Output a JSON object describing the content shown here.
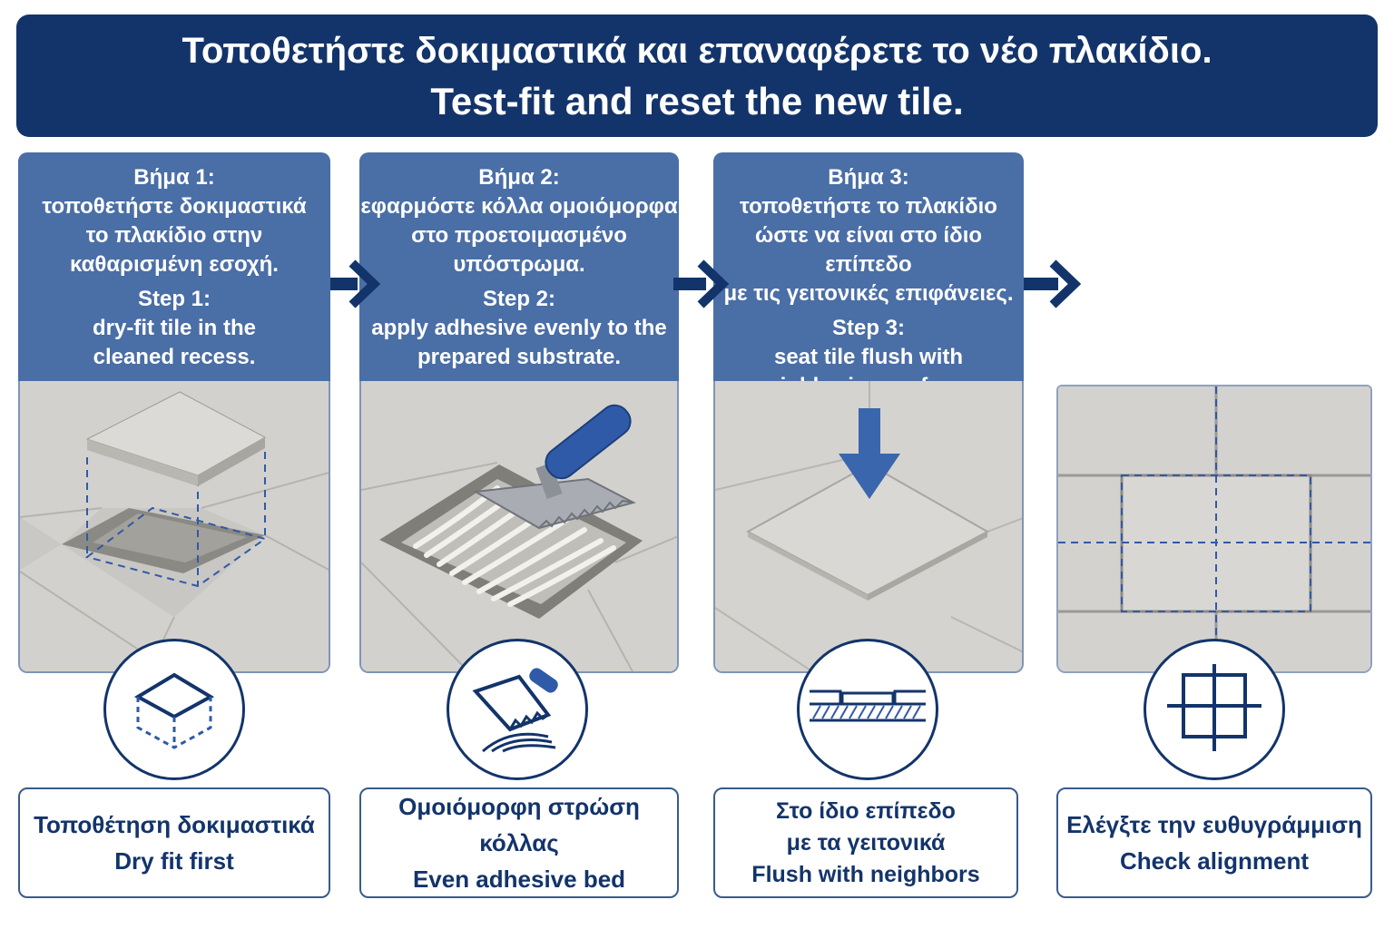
{
  "title": {
    "greek": "Τοποθετήστε δοκιμαστικά και επαναφέρετε το νέο πλακίδιο.",
    "english": "Test-fit and reset the new tile."
  },
  "steps": [
    {
      "greek_heading": "Βήμα 1:",
      "greek_lines": [
        "τοποθετήστε δοκιμαστικά",
        "το πλακίδιο στην",
        "καθαρισμένη εσοχή."
      ],
      "english_heading": "Step 1:",
      "english_lines": [
        "dry-fit tile in the",
        "cleaned recess."
      ],
      "icon": "dry-fit-tile-icon",
      "label_lines": [
        "Τοποθέτηση δοκιμαστικά",
        "Dry fit first"
      ]
    },
    {
      "greek_heading": "Βήμα 2:",
      "greek_lines": [
        "εφαρμόστε κόλλα ομοιόμορφα",
        "στο προετοιμασμένο",
        "υπόστρωμα."
      ],
      "english_heading": "Step 2:",
      "english_lines": [
        "apply adhesive evenly to the",
        "prepared substrate."
      ],
      "icon": "trowel-icon",
      "label_lines": [
        "Ομοιόμορφη στρώση κόλλας",
        "Even adhesive bed"
      ]
    },
    {
      "greek_heading": "Βήμα 3:",
      "greek_lines": [
        "τοποθετήστε το πλακίδιο",
        "ώστε να είναι στο ίδιο επίπεδο",
        "με τις γειτονικές επιφάνειες."
      ],
      "english_heading": "Step 3:",
      "english_lines": [
        "seat tile flush with",
        "neighboring surfaces."
      ],
      "icon": "flush-level-icon",
      "label_lines": [
        "Στο ίδιο επίπεδο",
        "με τα γειτονικά",
        "Flush with neighbors"
      ]
    },
    {
      "icon": "grid-alignment-icon",
      "label_lines": [
        "Ελέγξτε την ευθυγράμμιση",
        "Check alignment"
      ]
    }
  ],
  "colors": {
    "navy": "#13346b",
    "step_blue": "#4a6ea6",
    "tile_gray": "#d6d4d0",
    "dashed_blue": "#2f5aa8"
  }
}
